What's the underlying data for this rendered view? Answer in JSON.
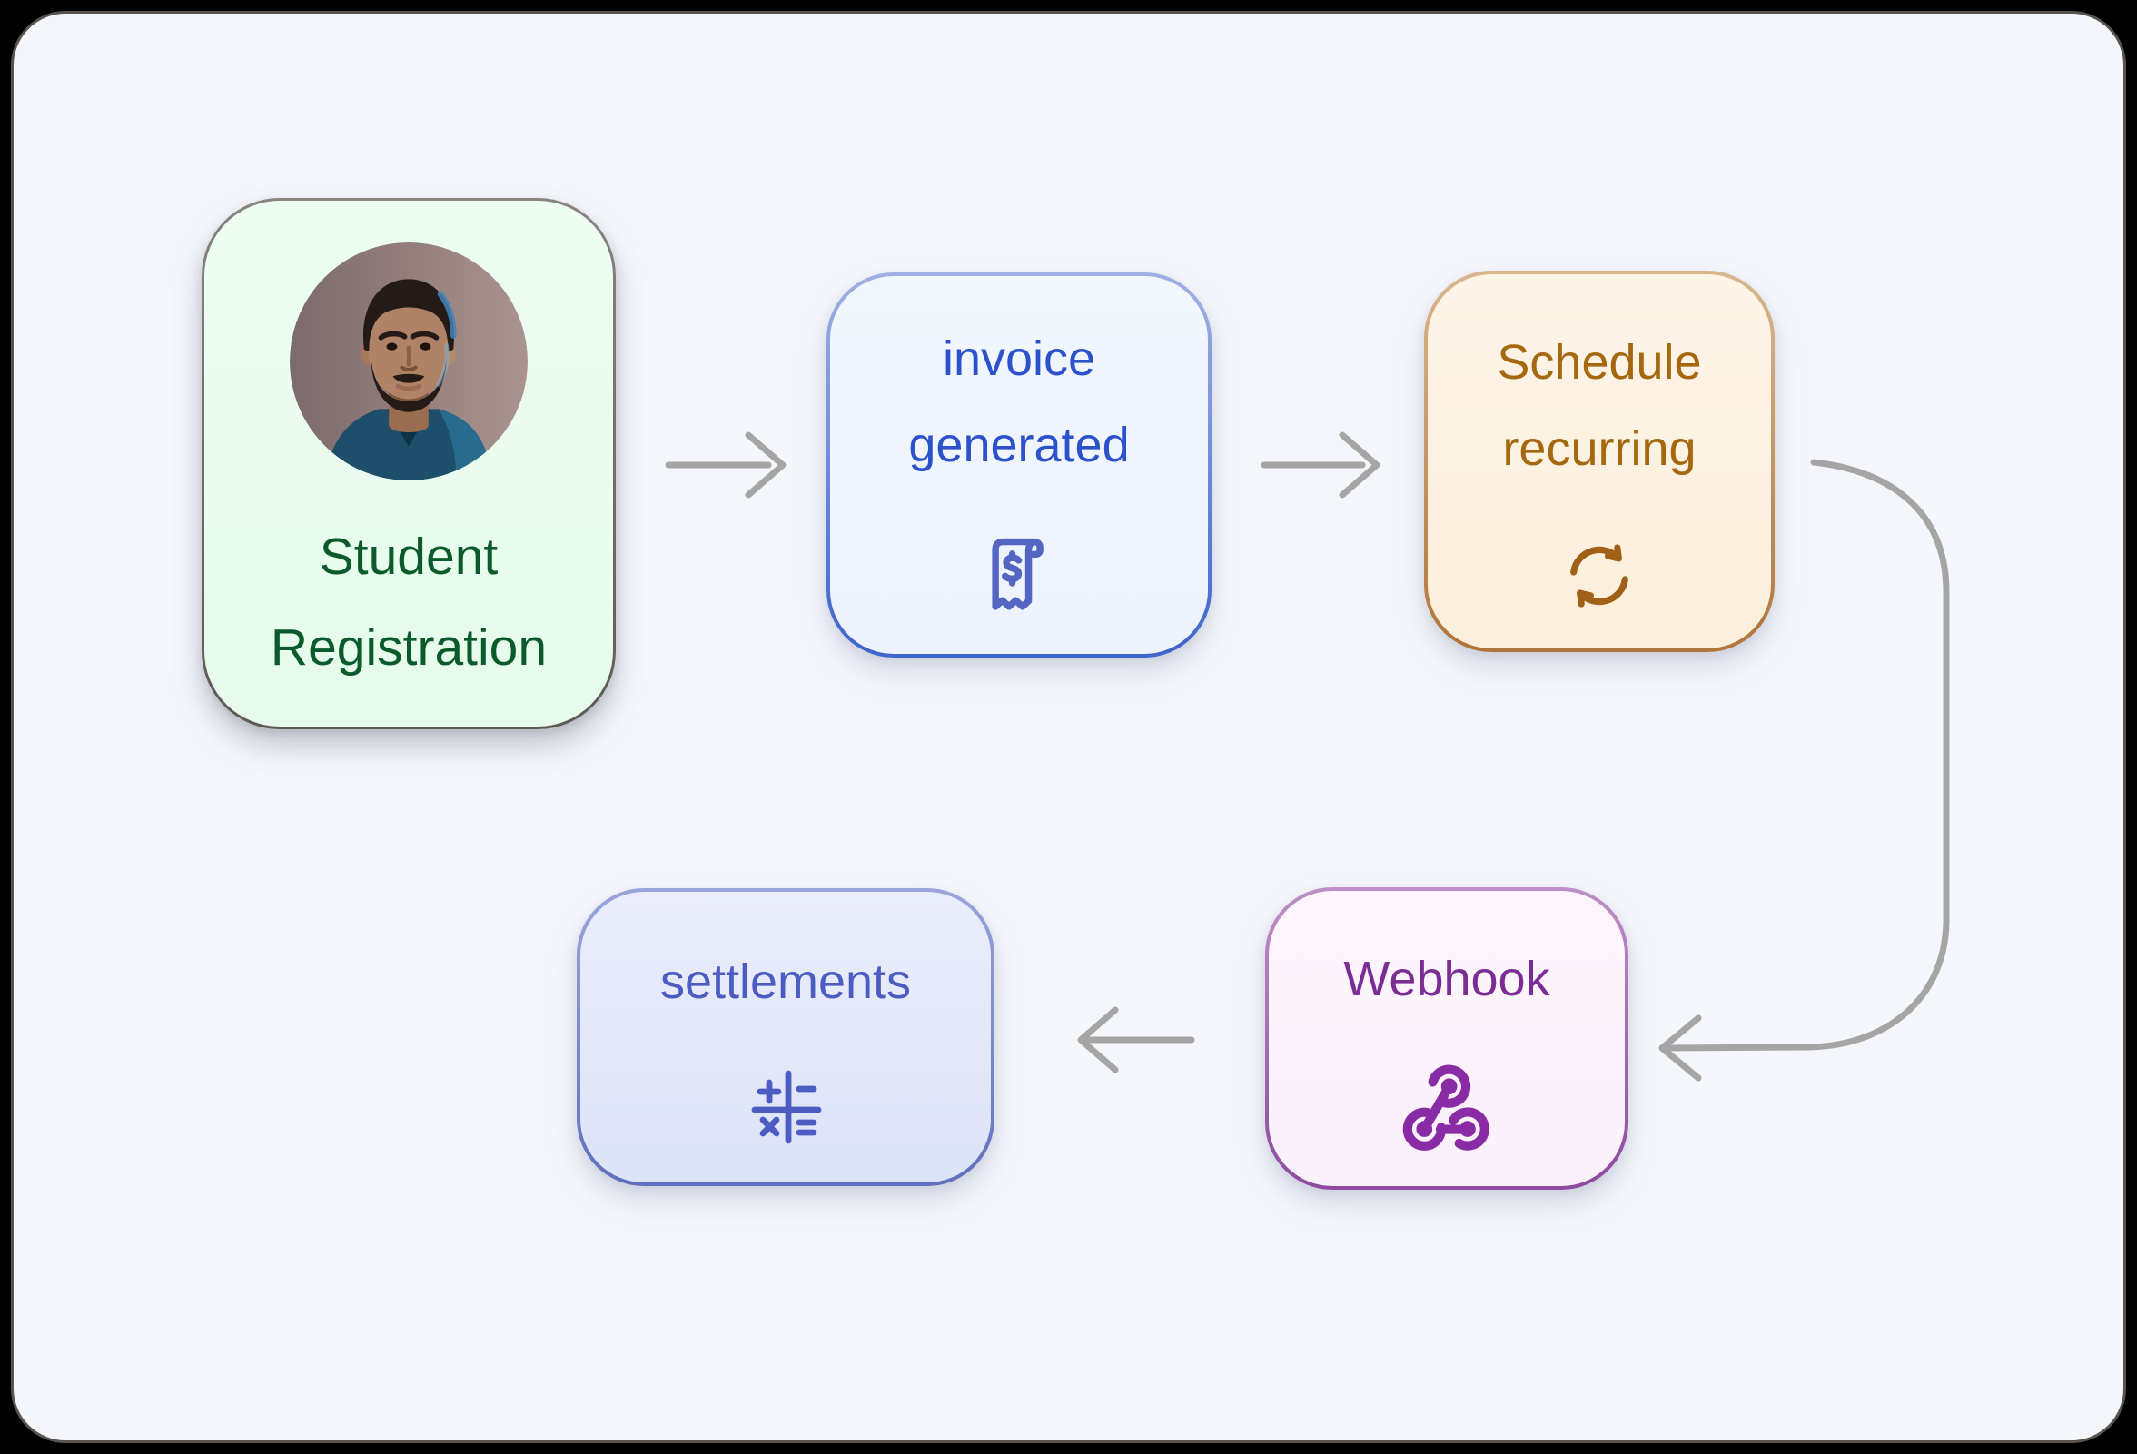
{
  "page": {
    "background_color": "#000000",
    "panel_color": "#f4f6fb",
    "arrow_color": "#a5a5a5"
  },
  "diagram": {
    "nodes": [
      {
        "id": "student-registration",
        "line1": "Student",
        "line2": "Registration",
        "text_color": "#0a5a2b",
        "border_color": "#6c6661",
        "bg_color": "#eafcf0",
        "icon": "student-photo-avatar"
      },
      {
        "id": "invoice-generated",
        "line1": "invoice",
        "line2": "generated",
        "text_color": "#2b52ca",
        "border_color": "#4f72d2",
        "bg_color": "#f0f4fd",
        "icon": "receipt-dollar-icon"
      },
      {
        "id": "schedule-recurring",
        "line1": "Schedule",
        "line2": "recurring",
        "text_color": "#a5680f",
        "border_color": "#bd8a57",
        "bg_color": "#fdf2e2",
        "icon": "sync-recurring-icon"
      },
      {
        "id": "webhook",
        "line1": "Webhook",
        "text_color": "#7b2d95",
        "border_color": "#a164ae",
        "bg_color": "#fbf3fb",
        "icon": "webhook-icon"
      },
      {
        "id": "settlements",
        "line1": "settlements",
        "text_color": "#4c5cc2",
        "border_color": "#7180c7",
        "bg_color": "#e4e9fa",
        "icon": "math-operations-icon"
      }
    ],
    "connections": [
      {
        "from": "student-registration",
        "to": "invoice-generated",
        "shape": "straight-right-arrow"
      },
      {
        "from": "invoice-generated",
        "to": "schedule-recurring",
        "shape": "straight-right-arrow"
      },
      {
        "from": "schedule-recurring",
        "to": "webhook",
        "shape": "curved-down-left-arrow"
      },
      {
        "from": "webhook",
        "to": "settlements",
        "shape": "straight-left-arrow"
      }
    ]
  }
}
